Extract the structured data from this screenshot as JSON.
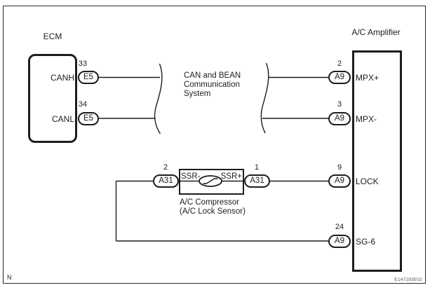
{
  "corner_label": "N",
  "figure_code": "E147293E02",
  "center_note": "CAN and BEAN\nCommunication\nSystem",
  "ecm": {
    "title": "ECM",
    "pins": [
      {
        "number": "33",
        "connector": "E5",
        "signal": "CANH"
      },
      {
        "number": "34",
        "connector": "E5",
        "signal": "CANL"
      }
    ]
  },
  "amplifier": {
    "title": "A/C Amplifier",
    "pins": [
      {
        "number": "2",
        "connector": "A9",
        "signal": "MPX+"
      },
      {
        "number": "3",
        "connector": "A9",
        "signal": "MPX-"
      },
      {
        "number": "9",
        "connector": "A9",
        "signal": "LOCK"
      },
      {
        "number": "24",
        "connector": "A9",
        "signal": "SG-6"
      }
    ]
  },
  "compressor": {
    "name_line1": "A/C Compressor",
    "name_line2": "(A/C Lock Sensor)",
    "terminal_left": "SSR-",
    "terminal_right": "SSR+",
    "pins": [
      {
        "number": "2",
        "connector": "A31"
      },
      {
        "number": "1",
        "connector": "A31"
      }
    ]
  },
  "colors": {
    "line": "#1d1d1d",
    "background": "#ffffff",
    "code_text": "#4a5560"
  }
}
